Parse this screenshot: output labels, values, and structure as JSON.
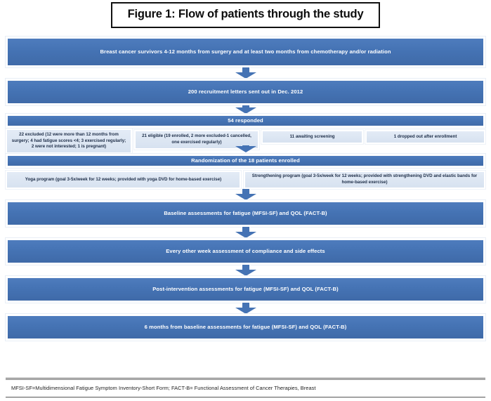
{
  "figure": {
    "title": "Figure 1: Flow of patients through the study"
  },
  "flow": {
    "steps": [
      {
        "id": "eligibility",
        "label": "Breast cancer survivors 4-12 months from surgery and at least two months from chemotherapy and/or radiation"
      },
      {
        "id": "recruitment",
        "label": "200 recruitment letters sent out in Dec. 2012"
      },
      {
        "id": "responded",
        "label": "54 responded"
      },
      {
        "id": "randomization",
        "label": "Randomization of the 18 patients enrolled"
      },
      {
        "id": "baseline",
        "label": "Baseline assessments for fatigue (MFSI-SF) and QOL (FACT-B)"
      },
      {
        "id": "biweekly",
        "label": "Every other week assessment of compliance and side effects"
      },
      {
        "id": "post-intervention",
        "label": "Post-intervention assessments for fatigue (MFSI-SF) and QOL (FACT-B)"
      },
      {
        "id": "six-month",
        "label": "6 months from baseline assessments for fatigue (MFSI-SF) and QOL (FACT-B)"
      }
    ],
    "screening_outcomes": [
      {
        "id": "excluded",
        "label": "22 excluded (12 were more than 12 months from surgery; 4 had fatigue scores <4;  3 exercised regularly;  2 were not interested; 1 is  pregnant)"
      },
      {
        "id": "eligible",
        "label": "21 eligible (19 enrolled, 2 more excluded-1 cancelled, one exercised regularly)"
      },
      {
        "id": "awaiting-screening",
        "label": "11 awaiting screening"
      },
      {
        "id": "dropped-out",
        "label": "1 dropped out after enrollment"
      }
    ],
    "arms": [
      {
        "id": "yoga",
        "label": "Yoga program  (goal 3-5x/week for 12 weeks; provided with yoga DVD for home-based exercise)"
      },
      {
        "id": "strengthening",
        "label": "Strengthening program (goal 3-5x/week for 12 weeks; provided with strengthening DVD and elastic bands for home-based exercise)"
      }
    ]
  },
  "footnote": {
    "text": "MFSI-SF=Multidimensional Fatigue Symptom Inventory-Short Form; FACT-B= Functional Assessment of Cancer Therapies, Breast"
  },
  "colors": {
    "process_fill": "#4573b4",
    "info_fill": "#dbe5f1",
    "border": "#ffffff",
    "title_border": "#111111",
    "text_on_process": "#ffffff",
    "text_on_info": "#20304a"
  }
}
